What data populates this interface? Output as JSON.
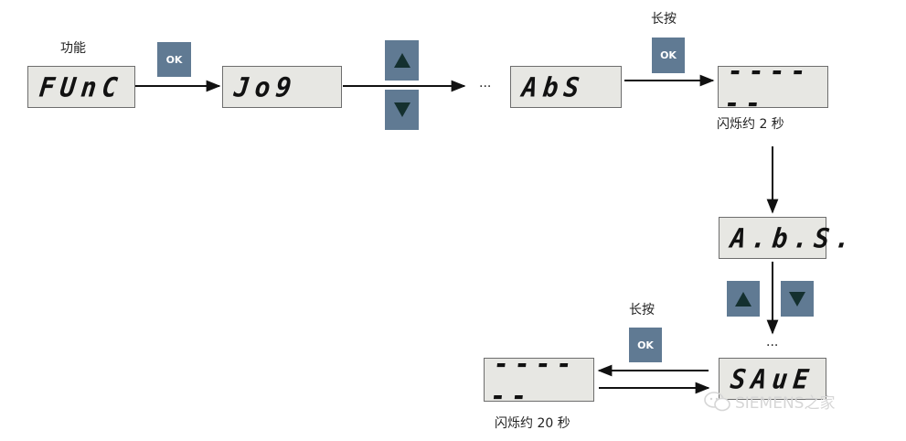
{
  "labels": {
    "func": "功能",
    "long_press_top": "长按",
    "long_press_bottom": "长按",
    "blink_2s": "闪烁约 2 秒",
    "blink_20s": "闪烁约 20 秒"
  },
  "displays": {
    "func": "FUnC",
    "jog": "Jo9",
    "abs": "AbS",
    "dashes_top": "------",
    "abs_dotted": "A.b.S.",
    "save": "SAuE",
    "dashes_bottom": "------"
  },
  "buttons": {
    "ok_1": "OK",
    "ok_2": "OK",
    "ok_3": "OK"
  },
  "ellipsis": {
    "top": "...",
    "right": "..."
  },
  "watermark": "SIEMENS之家",
  "colors": {
    "button": "#607a93",
    "display_bg": "#e7e7e3"
  }
}
